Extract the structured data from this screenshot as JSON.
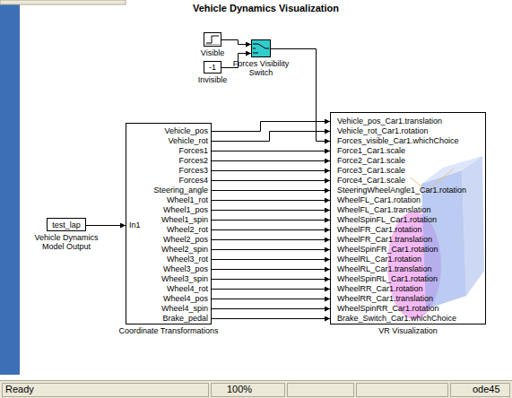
{
  "diagram": {
    "title": "Vehicle Dynamics Visualization",
    "nodes": [
      {
        "text": [
          "Visible"
        ]
      },
      {
        "text": [
          "-1",
          "Invisible"
        ]
      },
      {
        "text": [
          "Forces Visibility Switch"
        ]
      },
      {
        "text": [
          "test_lap",
          "Vehicle Dynamics Model Output"
        ]
      },
      {
        "text": [
          "In1",
          "Vehicle_pos",
          "Vehicle_rot",
          "Forces1",
          "Forces2",
          "Forces3",
          "Forces4",
          "Steering_angle",
          "Wheel1_rot",
          "Wheel1_pos",
          "Wheel1_spin",
          "Wheel2_rot",
          "Wheel2_pos",
          "Wheel2_spin",
          "Wheel3_rot",
          "Wheel3_pos",
          "Wheel3_spin",
          "Wheel4_rot",
          "Wheel4_pos",
          "Wheel4_spin",
          "Brake_pedal",
          "Coordinate Transformations"
        ]
      },
      {
        "text": [
          "Vehicle_pos_Car1.translation",
          "Vehicle_rot_Car1.rotation",
          "Forces_visible_Car1.whichChoice",
          "Force1_Car1.scale",
          "Force2_Car1.scale",
          "Force3_Car1.scale",
          "Force4_Car1.scale",
          "SteeringWheelAngle1_Car1.rotation",
          "WheelFL_Car1.rotation",
          "WheelFL_Car1.translation",
          "WheelSpinFL_Car1.rotation",
          "WheelFR_Car1.rotation",
          "WheelFR_Car1.translation",
          "WheelSpinFR_Car1.rotation",
          "WheelRL_Car1.rotation",
          "WheelRL_Car1.translation",
          "WheelSpinRL_Car1.rotation",
          "WheelRR_Car1.rotation",
          "WheelRR_Car1.translation",
          "WheelSpinRR_Car1.rotation",
          "Brake_Switch_Car1.whichChoice",
          "VR Visualization"
        ]
      }
    ],
    "edges": [
      {
        "from": 0,
        "to": 2,
        "arrow": "to"
      },
      {
        "from": 1,
        "to": 2,
        "arrow": "to"
      },
      {
        "from": 2,
        "to": 5,
        "arrow": "to"
      },
      {
        "from": 3,
        "to": 4,
        "arrow": "to"
      },
      {
        "from": 4,
        "to": 5,
        "arrow": "to"
      },
      {
        "from": 4,
        "to": 5,
        "arrow": "to"
      },
      {
        "from": 4,
        "to": 5,
        "arrow": "to"
      },
      {
        "from": 4,
        "to": 5,
        "arrow": "to"
      },
      {
        "from": 4,
        "to": 5,
        "arrow": "to"
      },
      {
        "from": 4,
        "to": 5,
        "arrow": "to"
      },
      {
        "from": 4,
        "to": 5,
        "arrow": "to"
      },
      {
        "from": 4,
        "to": 5,
        "arrow": "to"
      },
      {
        "from": 4,
        "to": 5,
        "arrow": "to"
      },
      {
        "from": 4,
        "to": 5,
        "arrow": "to"
      },
      {
        "from": 4,
        "to": 5,
        "arrow": "to"
      },
      {
        "from": 4,
        "to": 5,
        "arrow": "to"
      },
      {
        "from": 4,
        "to": 5,
        "arrow": "to"
      },
      {
        "from": 4,
        "to": 5,
        "arrow": "to"
      },
      {
        "from": 4,
        "to": 5,
        "arrow": "to"
      },
      {
        "from": 4,
        "to": 5,
        "arrow": "to"
      },
      {
        "from": 4,
        "to": 5,
        "arrow": "to"
      },
      {
        "from": 4,
        "to": 5,
        "arrow": "to"
      },
      {
        "from": 4,
        "to": 5,
        "arrow": "to"
      },
      {
        "from": 4,
        "to": 5,
        "arrow": "to"
      }
    ],
    "labels": [
      "Ready",
      "100%",
      "ode45"
    ]
  }
}
